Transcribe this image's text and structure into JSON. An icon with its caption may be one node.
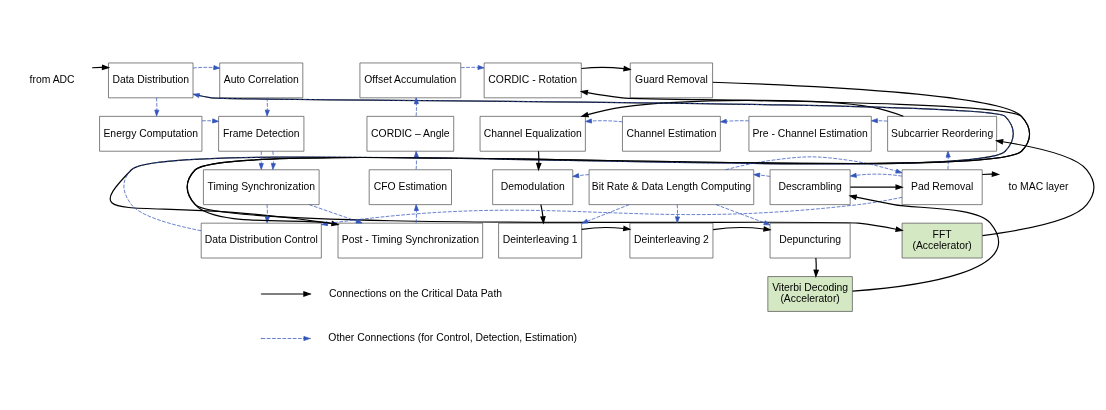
{
  "diagram": {
    "nodes": [
      {
        "text": [
          "from ADC"
        ]
      },
      {
        "text": [
          "Data Distribution"
        ]
      },
      {
        "text": [
          "Auto Correlation"
        ]
      },
      {
        "text": [
          "Offset Accumulation"
        ]
      },
      {
        "text": [
          "CORDIC - Rotation"
        ]
      },
      {
        "text": [
          "Guard Removal"
        ]
      },
      {
        "text": [
          "Energy Computation"
        ]
      },
      {
        "text": [
          "Frame Detection"
        ]
      },
      {
        "text": [
          "CORDIC – Angle"
        ]
      },
      {
        "text": [
          "Channel Equalization"
        ]
      },
      {
        "text": [
          "Channel Estimation"
        ]
      },
      {
        "text": [
          "Pre - Channel Estimation"
        ]
      },
      {
        "text": [
          "Subcarrier Reordering"
        ]
      },
      {
        "text": [
          "Timing Synchronization"
        ]
      },
      {
        "text": [
          "CFO Estimation"
        ]
      },
      {
        "text": [
          "Demodulation"
        ]
      },
      {
        "text": [
          "Bit Rate & Data Length Computing"
        ]
      },
      {
        "text": [
          "Descrambling"
        ]
      },
      {
        "text": [
          "Pad Removal"
        ]
      },
      {
        "text": [
          "to MAC layer"
        ]
      },
      {
        "text": [
          "Data Distribution Control"
        ]
      },
      {
        "text": [
          "Post - Timing Synchronization"
        ]
      },
      {
        "text": [
          "Deinterleaving 1"
        ]
      },
      {
        "text": [
          "Deinterleaving 2"
        ]
      },
      {
        "text": [
          "Depuncturing"
        ]
      },
      {
        "text": [
          "FFT",
          "(Accelerator)"
        ]
      },
      {
        "text": [
          "Viterbi Decoding",
          "(Accelerator)"
        ]
      }
    ],
    "edges": [
      {
        "from": 0,
        "to": 1,
        "arrow": "to",
        "color": "#000000"
      },
      {
        "from": 1,
        "to": 21,
        "arrow": "to",
        "color": "#000000"
      },
      {
        "from": 21,
        "to": 4,
        "arrow": "to",
        "color": "#000000"
      },
      {
        "from": 4,
        "to": 5,
        "arrow": "to",
        "color": "#000000"
      },
      {
        "from": 5,
        "to": 25,
        "arrow": "to",
        "color": "#000000"
      },
      {
        "from": 25,
        "to": 12,
        "arrow": "to",
        "color": "#000000"
      },
      {
        "from": 12,
        "to": 9,
        "arrow": "to",
        "color": "#000000"
      },
      {
        "from": 9,
        "to": 15,
        "arrow": "to",
        "color": "#000000"
      },
      {
        "from": 15,
        "to": 22,
        "arrow": "to",
        "color": "#000000"
      },
      {
        "from": 22,
        "to": 23,
        "arrow": "to",
        "color": "#000000"
      },
      {
        "from": 23,
        "to": 24,
        "arrow": "to",
        "color": "#000000"
      },
      {
        "from": 24,
        "to": 26,
        "arrow": "to",
        "color": "#000000"
      },
      {
        "from": 26,
        "to": 17,
        "arrow": "to",
        "color": "#000000"
      },
      {
        "from": 17,
        "to": 18,
        "arrow": "to",
        "color": "#000000"
      },
      {
        "from": 18,
        "to": 19,
        "arrow": "to",
        "color": "#000000"
      },
      {
        "from": 1,
        "to": 2,
        "arrow": "to",
        "style": "dashed"
      },
      {
        "from": 20,
        "to": 1,
        "arrow": "to",
        "style": "dashed"
      },
      {
        "from": 1,
        "to": 6,
        "arrow": "to",
        "style": "dashed"
      },
      {
        "from": 6,
        "to": 7,
        "arrow": "to",
        "style": "dashed"
      },
      {
        "from": 2,
        "to": 7,
        "arrow": "to",
        "style": "dashed"
      },
      {
        "from": 7,
        "to": 13,
        "arrow": "to",
        "style": "dashed"
      },
      {
        "from": 7,
        "to": 13,
        "arrow": "to",
        "style": "dashed"
      },
      {
        "from": 13,
        "to": 20,
        "arrow": "to",
        "style": "dashed"
      },
      {
        "from": 13,
        "to": 21,
        "arrow": "to",
        "style": "dashed"
      },
      {
        "from": 21,
        "to": 14,
        "arrow": "to",
        "style": "dashed"
      },
      {
        "from": 14,
        "to": 8,
        "arrow": "to",
        "style": "dashed"
      },
      {
        "from": 8,
        "to": 3,
        "arrow": "to",
        "style": "dashed"
      },
      {
        "from": 3,
        "to": 4,
        "arrow": "to",
        "style": "dashed"
      },
      {
        "from": 12,
        "to": 11,
        "arrow": "to",
        "style": "dashed"
      },
      {
        "from": 11,
        "to": 10,
        "arrow": "to",
        "style": "dashed"
      },
      {
        "from": 10,
        "to": 9,
        "arrow": "to",
        "style": "dashed"
      },
      {
        "from": 18,
        "to": 12,
        "arrow": "to",
        "style": "dashed"
      },
      {
        "from": 16,
        "to": 18,
        "arrow": "to",
        "style": "dashed"
      },
      {
        "from": 17,
        "to": 16,
        "arrow": "to",
        "style": "dashed"
      },
      {
        "from": 18,
        "to": 17,
        "arrow": "to",
        "style": "dashed"
      },
      {
        "from": 16,
        "to": 15,
        "arrow": "to",
        "style": "dashed"
      },
      {
        "from": 16,
        "to": 23,
        "arrow": "to",
        "style": "dashed"
      },
      {
        "from": 16,
        "to": 24,
        "arrow": "to",
        "style": "dashed"
      },
      {
        "from": 16,
        "to": 22,
        "arrow": "to",
        "style": "dashed"
      },
      {
        "from": 18,
        "to": 20,
        "arrow": "to",
        "style": "dashed"
      }
    ],
    "legend": [
      {
        "text": "Connections on the Critical Data Path"
      },
      {
        "text": "Other Connections (for Control, Detection, Estimation)"
      }
    ]
  }
}
